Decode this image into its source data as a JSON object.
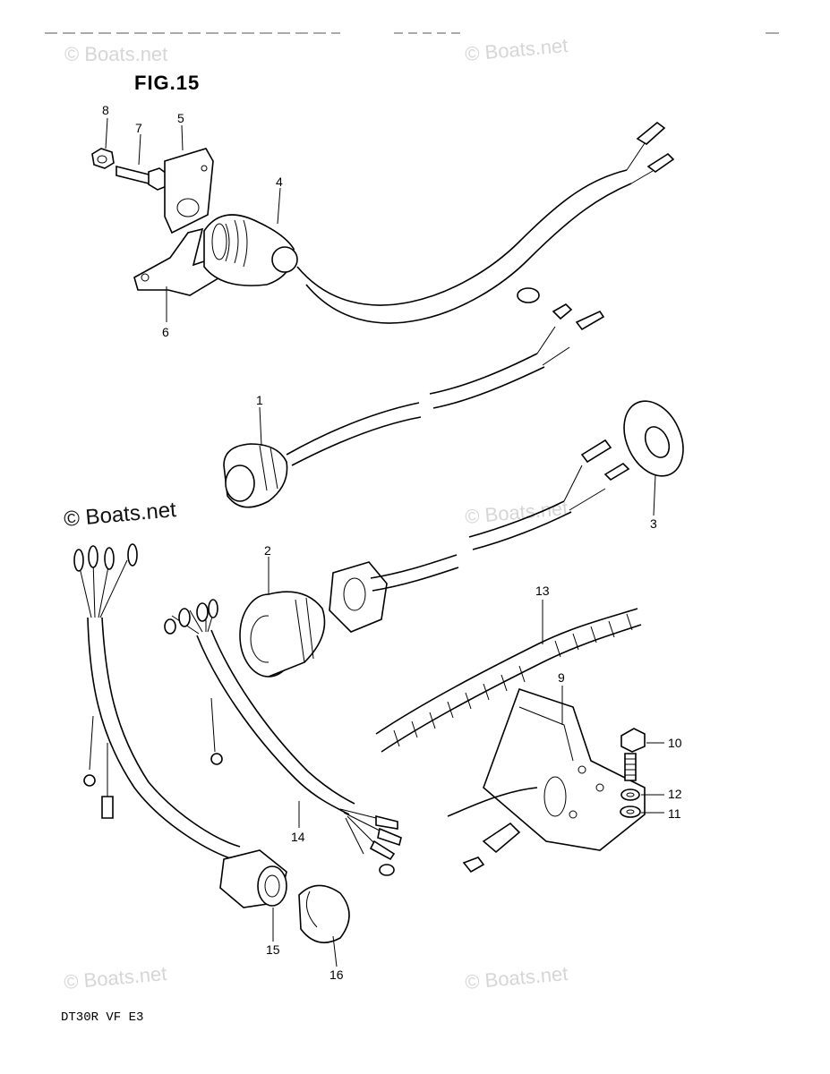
{
  "figure": {
    "title": "FIG.15",
    "footer": "DT30R VF E3"
  },
  "watermarks": {
    "top_left": "© Boats.net",
    "top_right": "© Boats.net",
    "middle_left": "© Boats.net",
    "middle_right": "© Boats.net",
    "bottom_left": "© Boats.net",
    "bottom_right": "© Boats.net"
  },
  "callouts": {
    "p1": "1",
    "p2": "2",
    "p3": "3",
    "p4": "4",
    "p5": "5",
    "p6": "6",
    "p7": "7",
    "p8": "8",
    "p9": "9",
    "p10": "10",
    "p11": "11",
    "p12": "12",
    "p13": "13",
    "p14": "14",
    "p15": "15",
    "p16": "16"
  }
}
